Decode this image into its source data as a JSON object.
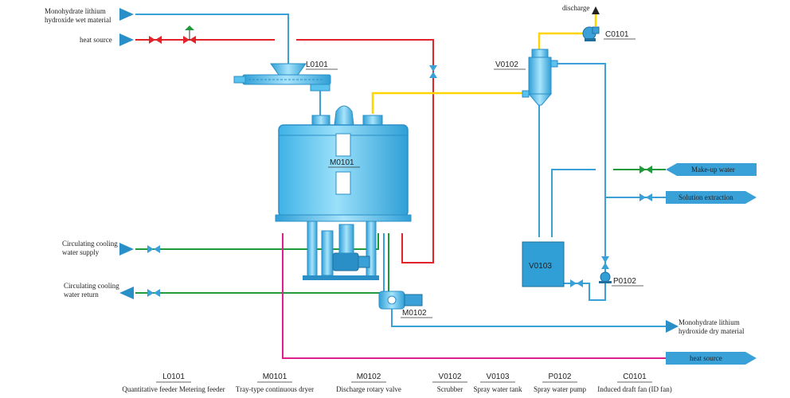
{
  "colors": {
    "water": "#3aa0d8",
    "heat": "#e0242a",
    "gas": "#ffd400",
    "cooling": "#1f9a3a",
    "condensate": "#e0208a",
    "equipment": "#58c3ee",
    "equipment_dark": "#2a8fc7"
  },
  "streams": {
    "wet_material": "Monohydrate lithium hydroxide wet material",
    "heat_source_in": "heat source",
    "cooling_supply": "Circulating cooling water supply",
    "cooling_return": "Circulating cooling water return",
    "discharge": "discharge",
    "makeup_water": "Make-up water",
    "solution_extraction": "Solution extraction",
    "dry_material": "Monohydrate lithium hydroxide dry material",
    "heat_source_out": "heat source"
  },
  "tags": {
    "L0101": "L0101",
    "M0101": "M0101",
    "M0102": "M0102",
    "V0102": "V0102",
    "V0103": "V0103",
    "P0102": "P0102",
    "C0101": "C0101"
  },
  "legend": [
    {
      "code": "L0101",
      "desc": "Quantitative feeder Metering feeder"
    },
    {
      "code": "M0101",
      "desc": "Tray-type continuous dryer"
    },
    {
      "code": "M0102",
      "desc": "Discharge rotary valve"
    },
    {
      "code": "V0102",
      "desc": "Scrubber"
    },
    {
      "code": "V0103",
      "desc": "Spray water tank"
    },
    {
      "code": "P0102",
      "desc": "Spray water pump"
    },
    {
      "code": "C0101",
      "desc": "Induced draft fan (ID fan)"
    }
  ]
}
